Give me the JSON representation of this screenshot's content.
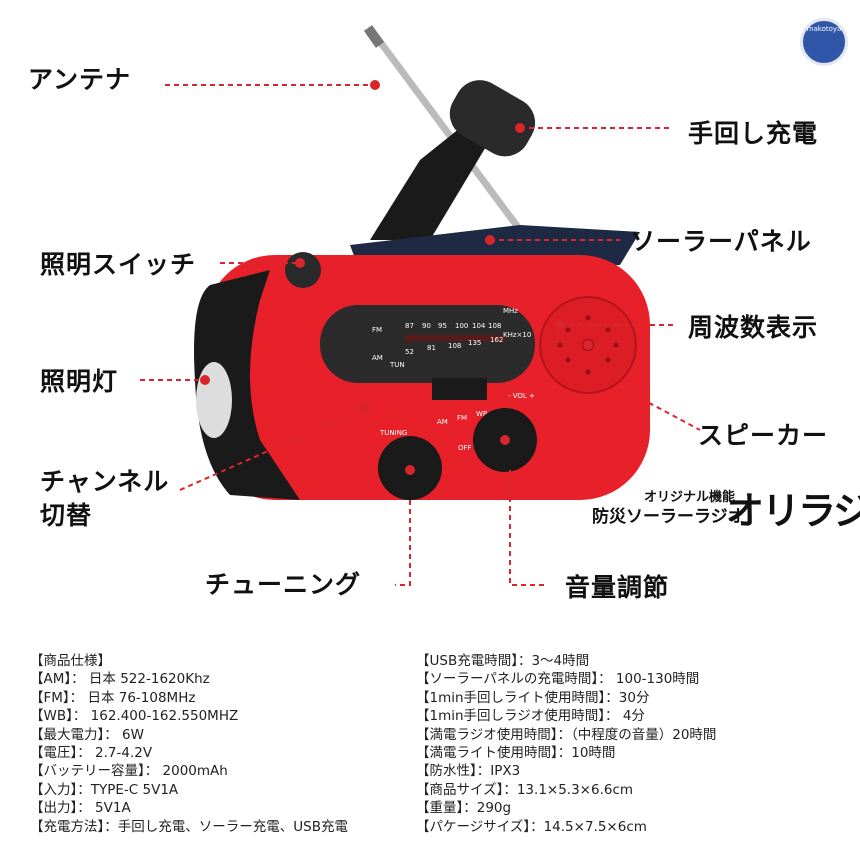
{
  "labels": {
    "antenna": "アンテナ",
    "crank": "手回し充電",
    "light_switch": "照明スイッチ",
    "solar": "ソーラーパネル",
    "freq_display": "周波数表示",
    "light": "照明灯",
    "speaker": "スピーカー",
    "channel_1": "チャンネル",
    "channel_2": "切替",
    "tuning": "チューニング",
    "volume": "音量調節"
  },
  "brand": {
    "sub": "オリジナル機能",
    "main": "防災ソーラーラジオ",
    "big": "オリラジ",
    "logo": "makotoya"
  },
  "radio": {
    "fm": "FM",
    "am": "AM",
    "fm_ticks": [
      "87",
      "90",
      "95",
      "100",
      "104",
      "108",
      "MHz"
    ],
    "am_ticks": [
      "52",
      "81",
      "108",
      "135",
      "162",
      "KHz×10"
    ],
    "tun": "TUN",
    "switch": [
      "AM",
      "FM",
      "WB"
    ],
    "tuning": "TUNING",
    "vol": "- VOL +",
    "off": "OFF"
  },
  "colors": {
    "body": "#e8202a",
    "accent": "#d9262c",
    "dark": "#1a1a1a"
  },
  "specs_left": [
    "【商品仕様】",
    "【AM】： 日本 522-1620Khz",
    "【FM】： 日本 76-108MHz",
    "【WB】： 162.400-162.550MHZ",
    "【最大電力】： 6W",
    "【電圧】： 2.7-4.2V",
    "【バッテリー容量】： 2000mAh",
    "【入力】：TYPE-C 5V1A",
    "【出力】： 5V1A",
    "【充電方法】：手回し充電、ソーラー充電、USB充電"
  ],
  "specs_right": [
    "【USB充電時間】：3～4時間",
    "【ソーラーパネルの充電時間】： 100-130時間",
    "【1min手回しライト使用時間】：30分",
    "【1min手回しラジオ使用時間】： 4分",
    "【満電ラジオ使用時間】：（中程度の音量）20時間",
    "【満電ライト使用時間】：10時間",
    "【防水性】：IPX3",
    "【商品サイズ】：13.1×5.3×6.6cm",
    "【重量】：290g",
    "【パケージサイズ】：14.5×7.5×6cm"
  ]
}
